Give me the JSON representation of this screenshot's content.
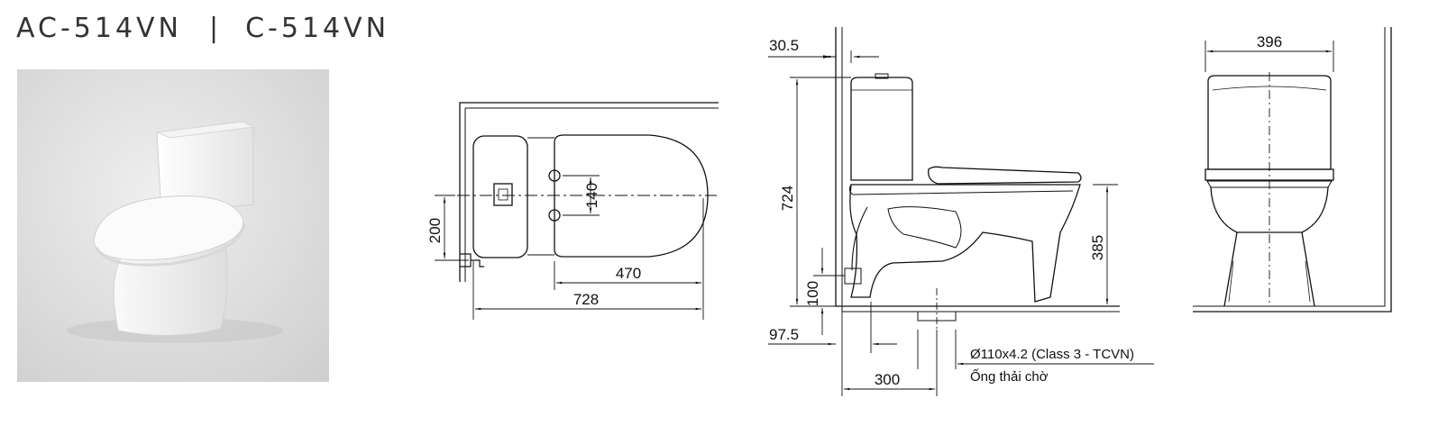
{
  "header": {
    "model_1": "AC-514VN",
    "separator": "|",
    "model_2": "C-514VN"
  },
  "top_view": {
    "dims": {
      "outlet_spacing": "140",
      "rough_in_offset": "200",
      "bowl_length": "470",
      "total_length": "728"
    }
  },
  "side_view": {
    "dims": {
      "wall_gap": "30.5",
      "height": "724",
      "seat_height": "385",
      "supply_height": "100",
      "wall_offset": "97.5",
      "rough_in": "300"
    },
    "drain_note": "Ø110x4.2 (Class 3 - TCVN)",
    "drain_label": "Ống thải chờ"
  },
  "front_view": {
    "dims": {
      "width": "396"
    }
  },
  "colors": {
    "line": "#111111",
    "photo_bg": "#dcdcdc",
    "ceramic": "#f7f7f7"
  }
}
